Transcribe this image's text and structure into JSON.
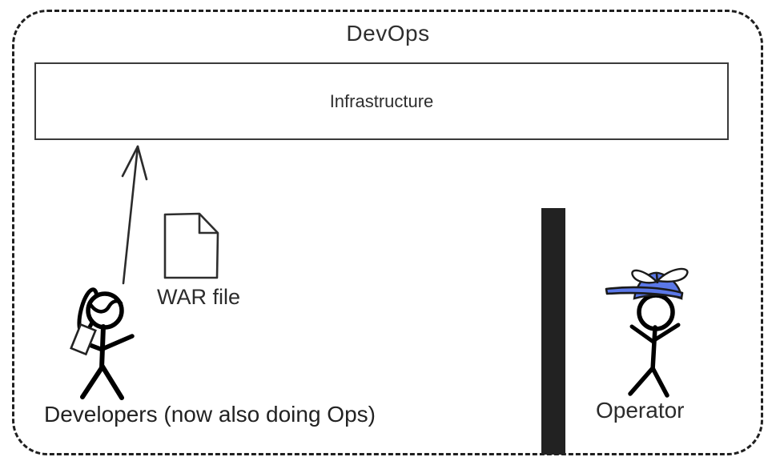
{
  "diagram": {
    "title": "DevOps",
    "infrastructure_label": "Infrastructure",
    "war_file_label": "WAR file",
    "developers_label": "Developers (now also doing Ops)",
    "operator_label": "Operator"
  },
  "icons": {
    "war_file": "war-file-document-icon",
    "arrow": "deploy-arrow-up",
    "developer": "developer-stick-figure",
    "operator": "operator-stick-figure-with-propeller-cap",
    "wall": "wall-barrier"
  },
  "colors": {
    "ink": "#2b2b2b",
    "border": "#1f1f1f",
    "wall": "#222222",
    "cap_blue": "#5b78e8",
    "background": "#ffffff"
  }
}
